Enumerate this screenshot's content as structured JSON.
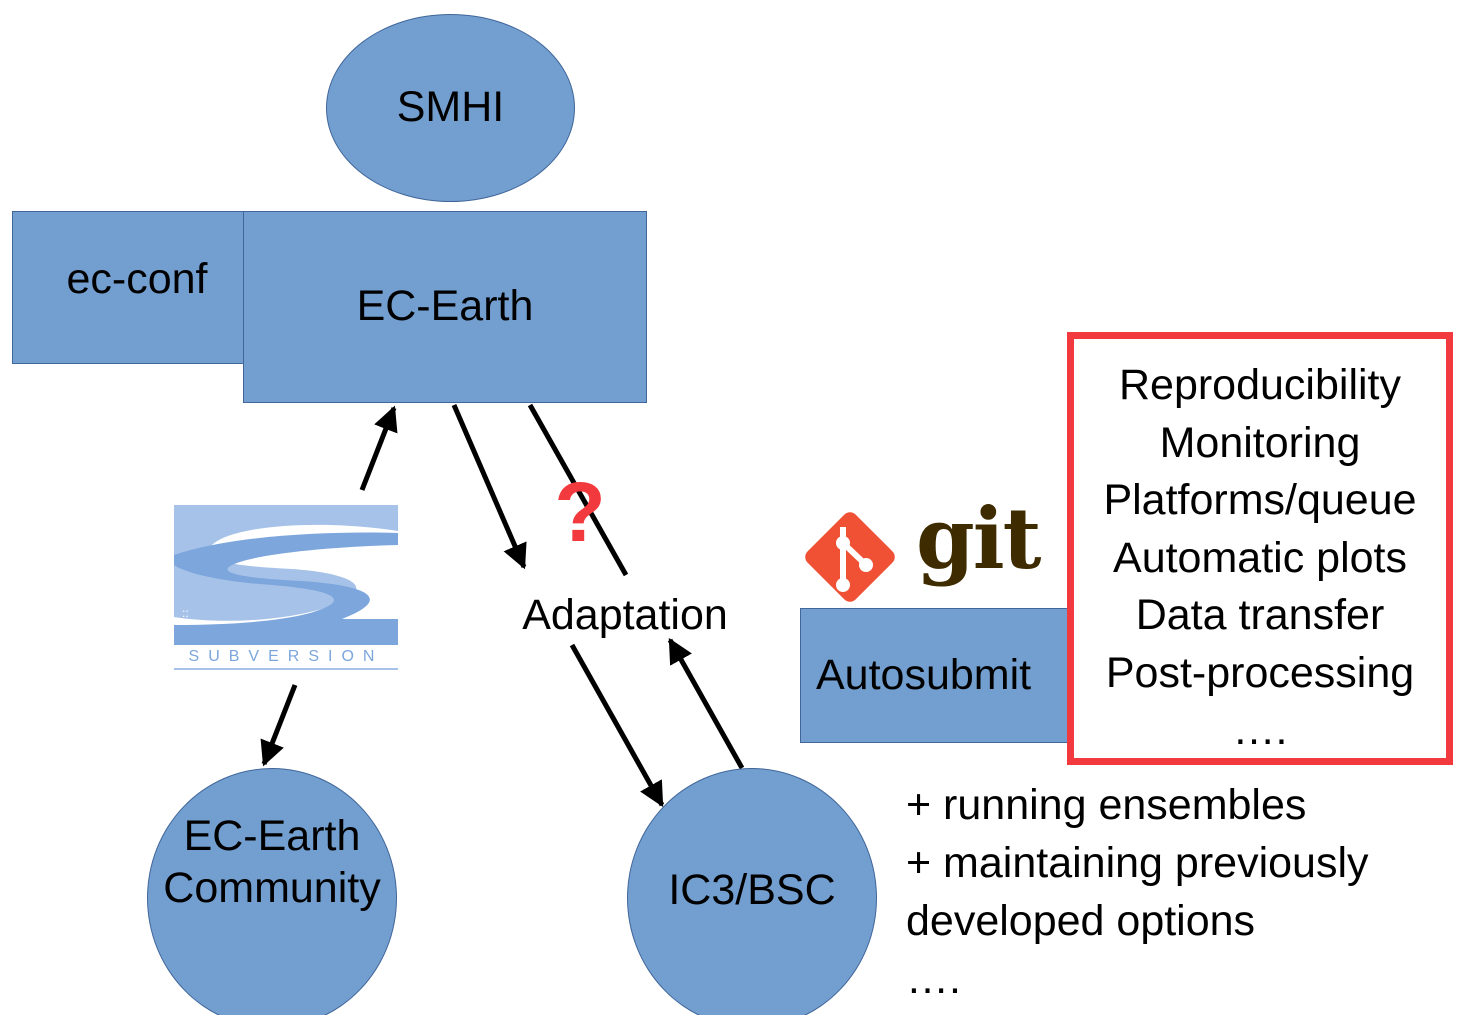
{
  "colors": {
    "node_fill": "#729fcf",
    "node_border": "#41669a",
    "arrow": "#000000",
    "question": "#f23a3e",
    "highlight_border": "#f23a3e",
    "git_orange": "#f05033",
    "git_brown": "#3e2c00"
  },
  "nodes": {
    "smhi": "SMHI",
    "ec_conf": "ec-conf",
    "ec_earth": "EC-Earth",
    "community": [
      "EC-Earth",
      "Community"
    ],
    "ic3": "IC3/BSC",
    "adaptation": "Adaptation",
    "autosubmit": "Autosubmit"
  },
  "question_mark": "?",
  "logos": {
    "subversion": {
      "icon": "subversion-logo",
      "text": "SUBVERSION"
    },
    "git": {
      "icon": "git-logo",
      "text": "git"
    }
  },
  "features": [
    "Reproducibility",
    "Monitoring",
    "Platforms/queue",
    "Automatic plots",
    "Data transfer",
    "Post-processing",
    "…."
  ],
  "notes": [
    "+ running ensembles",
    "+ maintaining previously",
    "developed options",
    "…."
  ]
}
